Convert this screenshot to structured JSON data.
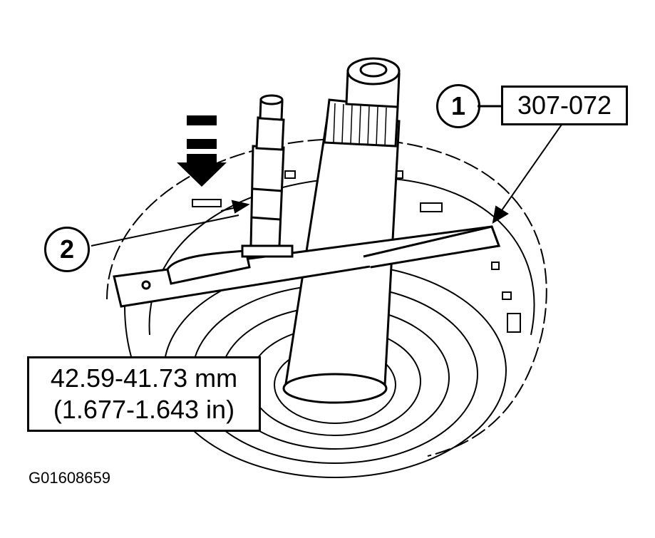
{
  "callouts": [
    {
      "number": "1",
      "tool_number": "307-072"
    },
    {
      "number": "2"
    }
  ],
  "measurement": {
    "metric": "42.59-41.73 mm",
    "imperial": "(1.677-1.643 in)"
  },
  "figure_code": "G01608659",
  "icons": [
    "shaft",
    "gauge-bar",
    "depth-gauge",
    "downward-force-arrow",
    "leader-arrow"
  ]
}
